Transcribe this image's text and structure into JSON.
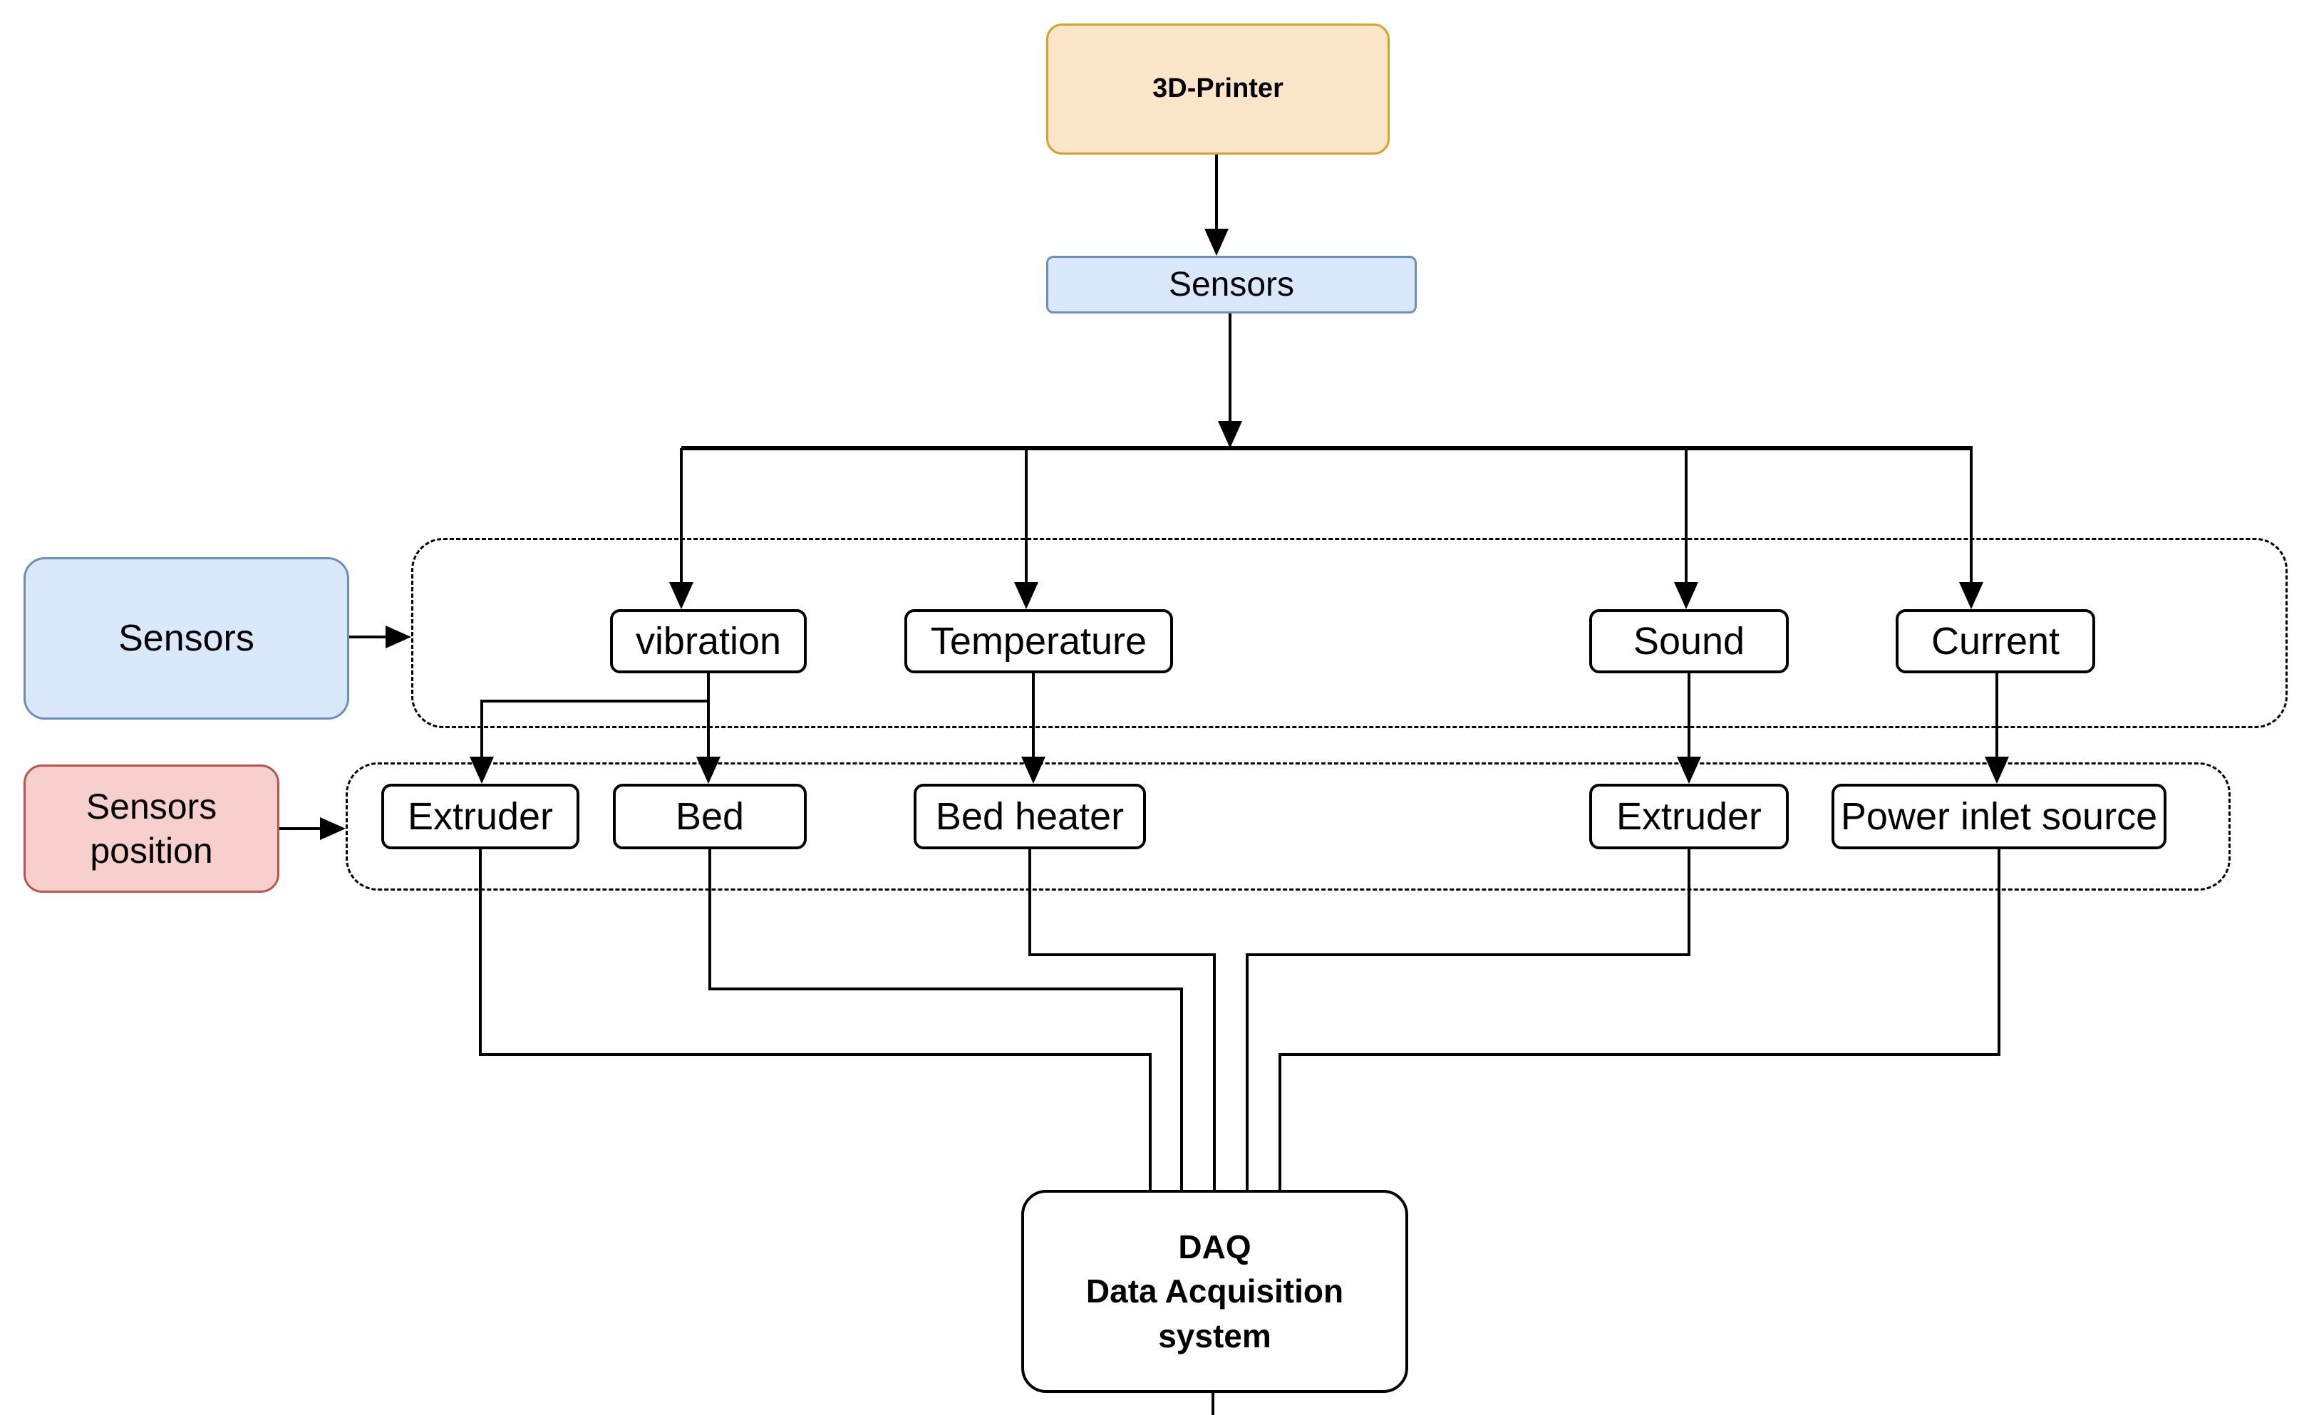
{
  "diagram": {
    "nodes": {
      "printer": {
        "label": "3D-Printer"
      },
      "sensors": {
        "label": "Sensors"
      },
      "sensors_legend": {
        "label": "Sensors"
      },
      "sensors_position_legend": {
        "label": "Sensors position"
      },
      "vibration": {
        "label": "vibration"
      },
      "temperature": {
        "label": "Temperature"
      },
      "sound": {
        "label": "Sound"
      },
      "current": {
        "label": "Current"
      },
      "extruder_vibration": {
        "label": "Extruder"
      },
      "bed": {
        "label": "Bed"
      },
      "bed_heater": {
        "label": "Bed heater"
      },
      "extruder_sound": {
        "label": "Extruder"
      },
      "power_inlet": {
        "label": "Power inlet source"
      },
      "daq": {
        "line1": "DAQ",
        "line2": "Data Acquisition",
        "line3": "system"
      }
    },
    "colors": {
      "printer_fill": "#FCE6CA",
      "printer_border": "#D7A02B",
      "sensor_fill": "#DAE8FC",
      "sensor_border": "#6C8EBF",
      "position_fill": "#F7CFCC",
      "position_border": "#B85450",
      "node_fill": "#FFFFFF",
      "node_border": "#000000",
      "line": "#000000"
    },
    "edges": [
      {
        "from": "3D-Printer",
        "to": "Sensors"
      },
      {
        "from": "Sensors",
        "to": "vibration"
      },
      {
        "from": "Sensors",
        "to": "Temperature"
      },
      {
        "from": "Sensors",
        "to": "Sound"
      },
      {
        "from": "Sensors",
        "to": "Current"
      },
      {
        "from": "Sensors (legend)",
        "to": "sensors group"
      },
      {
        "from": "Sensors position (legend)",
        "to": "sensors position group"
      },
      {
        "from": "vibration",
        "to": "Extruder"
      },
      {
        "from": "vibration",
        "to": "Bed"
      },
      {
        "from": "Temperature",
        "to": "Bed heater"
      },
      {
        "from": "Sound",
        "to": "Extruder"
      },
      {
        "from": "Current",
        "to": "Power inlet source"
      },
      {
        "from": "Extruder (vibration)",
        "to": "DAQ"
      },
      {
        "from": "Bed",
        "to": "DAQ"
      },
      {
        "from": "Bed heater",
        "to": "DAQ"
      },
      {
        "from": "Extruder (sound)",
        "to": "DAQ"
      },
      {
        "from": "Power inlet source",
        "to": "DAQ"
      }
    ]
  }
}
